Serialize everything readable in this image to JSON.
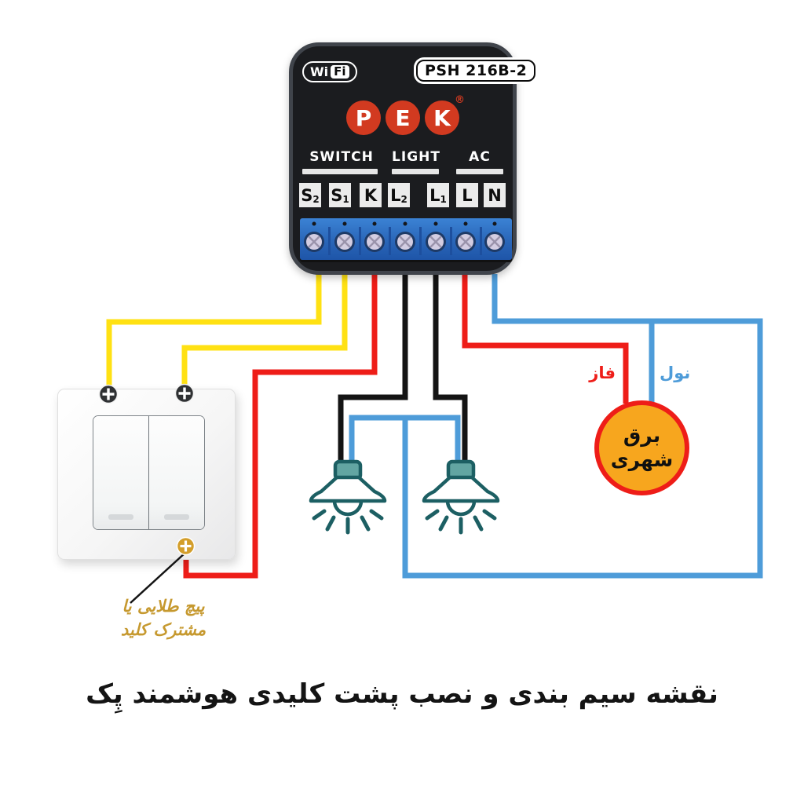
{
  "colors": {
    "yellow": "#ffe113",
    "red": "#ee1d18",
    "blue": "#4e9cd9",
    "black": "#141414",
    "teal_outline": "#1c5f63",
    "teal_fill": "#62a5a2",
    "gold_text": "#c6992f",
    "gold_screw": "#d39e2b",
    "mains_orange": "#f7a61e",
    "brand_red": "#d23a20",
    "device_body": "#1b1c1f",
    "terminal_blue": "#2c6fd1"
  },
  "device": {
    "wifi": {
      "wi": "Wi",
      "fi": "Fi"
    },
    "model": "PSH 216B-2",
    "brand": {
      "letters": [
        "P",
        "E",
        "K"
      ],
      "registered": "®"
    },
    "groups": [
      {
        "label": "SWITCH"
      },
      {
        "label": "LIGHT"
      },
      {
        "label": "AC"
      }
    ],
    "terminals": [
      {
        "main": "S",
        "sub": "2"
      },
      {
        "main": "S",
        "sub": "1"
      },
      {
        "main": "K",
        "sub": ""
      },
      {
        "main": "L",
        "sub": "2"
      },
      {
        "main": "L",
        "sub": "1"
      },
      {
        "main": "L",
        "sub": ""
      },
      {
        "main": "N",
        "sub": ""
      }
    ]
  },
  "wire_labels": {
    "phase": "فاز",
    "neutral": "نول"
  },
  "mains_circle": {
    "line1": "برق",
    "line2": "شهری"
  },
  "switch_note": {
    "line1": "پیچ طلایی یا",
    "line2": "مشترک کلید"
  },
  "caption": "نقشه سیم بندی و نصب پشت کلیدی هوشمند پِک"
}
